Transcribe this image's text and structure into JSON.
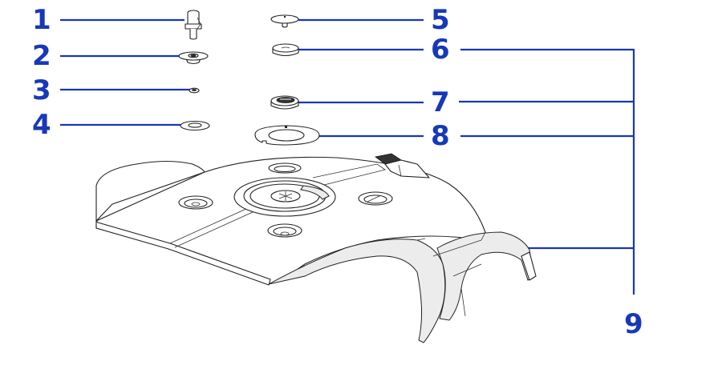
{
  "diagram": {
    "type": "exploded-parts",
    "subject": "Robotic mower upper body cover assembly",
    "label_color": "#1738b8",
    "callouts": [
      {
        "number": "1",
        "part": "knob-shaft",
        "side": "left"
      },
      {
        "number": "2",
        "part": "flanged-nut",
        "side": "left"
      },
      {
        "number": "3",
        "part": "small-washer",
        "side": "left"
      },
      {
        "number": "4",
        "part": "flat-washer",
        "side": "left"
      },
      {
        "number": "5",
        "part": "cap-pin",
        "side": "right"
      },
      {
        "number": "6",
        "part": "round-plug",
        "side": "right"
      },
      {
        "number": "7",
        "part": "dial-cap",
        "side": "right"
      },
      {
        "number": "8",
        "part": "gasket-plate",
        "side": "right"
      },
      {
        "number": "9",
        "part": "body-cover-assembly",
        "side": "right",
        "groups": [
          "6",
          "7",
          "8",
          "body-cover"
        ]
      }
    ]
  }
}
